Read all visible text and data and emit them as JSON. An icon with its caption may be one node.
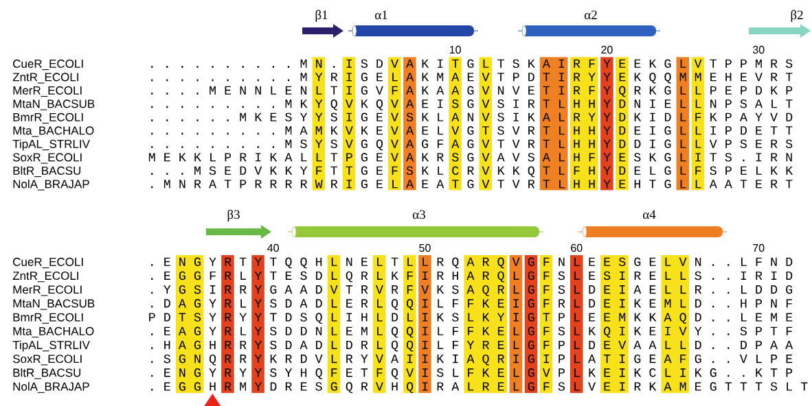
{
  "diagram": {
    "nodes": [
      {
        "text": [
          "β1"
        ]
      },
      {
        "text": [
          "α1"
        ]
      },
      {
        "text": [
          "α2"
        ]
      },
      {
        "text": [
          "β2"
        ]
      },
      {
        "text": [
          "β3"
        ]
      },
      {
        "text": [
          "α3"
        ]
      },
      {
        "text": [
          "α4"
        ]
      }
    ],
    "labels": [
      "10",
      "20",
      "30",
      "CueR_ECOLI",
      ". . . . . . . . . . M N . I S D V A K I T G L T S K A I R F Y E E K G L V T P P M R S",
      "ZntR_ECOLI",
      ". . . . . . . . . . M Y R I G E L A K M A E V T P D T I R Y Y E K Q Q M M E H E V R T",
      "MerR_ECOLI",
      ". . . . M E N N L E N L T I G V F A K A A G V N V E T I R F Y Q R K G L L P E P D K P",
      "MtaN_BACSUB",
      ". . . . . . . . . M K Y Q V K Q V A E I S G V S I R T L H H Y D N I E L L N P S A L T",
      "BmrR_ECOLI",
      ". . . . . . M K E S Y Y S I G E V S K L A N V S I K A L R Y Y D K I D L F K P A Y V D",
      "Mta_BACHALO",
      ". . . . . . . . . M A M K V K E V A E L V G T S V R T L H H Y D E I G L L I P D E T T",
      "TipAL_STRLIV",
      ". . . . . . . . . M S Y S V G Q V A G F A G V T V R T L H H Y D D I G L L V P S E R S",
      "SoxR_ECOLI",
      "M E K K L P R I K A L L T P G E V A K R S G V A V S A L H F Y E S K G L I T S . I R N",
      "BltR_BACSU",
      ". . . M S E D V K K Y F T T G E F S K L C R V K K Q T L F H Y D E L G L F S P E L K K",
      "NolA_BRAJAP",
      ". M N R A T P R R R R W R I G E L A E A T G V T V R T L H H Y E H T G L L A A T E R T",
      "40",
      "50",
      "60",
      "70",
      "CueR_ECOLI",
      ". E N G Y R T Y T Q Q H L N E L T L L R Q A R Q V G F N L E E S G E L V N . . L F N D",
      "ZntR_ECOLI",
      ". E G G F R L Y T E S D L Q R L K F I R H A R Q L G F S L E S I R E L L S . . I R I D",
      "MerR_ECOLI",
      ". Y G S I R R Y G A A D V T R V R F V K S A Q R L G F S L D E I A E L L R . . L D D G",
      "MtaN_BACSUB",
      ". D A G Y R L Y S D A D L E R L Q Q I L F F K E I G F R L D E I K E M L D . . H P N F",
      "BmrR_ECOLI",
      "P D T S Y R Y Y T D S Q L I H L D L I K S L K Y I G T P L E E M K K A Q D . . L E M E",
      "Mta_BACHALO",
      ". E A G Y R L Y S D D N L E M L Q Q I L F F K E L G F S L K Q I K E I V Y . . S P T F",
      "TipAL_STRLIV",
      ". H A G H R R Y S D A D L D R L Q Q I L F Y R E L G F P L D E V A A L L D . . D P A A",
      "SoxR_ECOLI",
      ". S G N Q R R Y K R D V L R Y V A I I K I A Q R I G I P L A T I G E A F G . . V L P E",
      "BltR_BACSU",
      ". E N G Y R Y Y S Y H Q F E T F Q V I S L F K E L G V P L K E I K C L I K G . . K T P",
      "NolA_BRAJAP",
      ". E G G H R M Y D R E S G Q R V H Q I R A L R E L G F S L V E I R K A M E G T T T S L T"
    ]
  }
}
